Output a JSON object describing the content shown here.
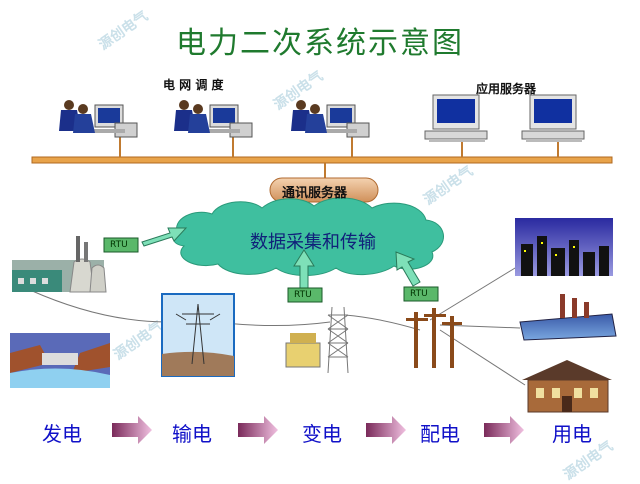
{
  "title": "电力二次系统示意图",
  "labels": {
    "dispatch": "电 网 调 度",
    "app_server": "应用服务器",
    "comm_server": "通讯服务器",
    "network": "数据采集和传输"
  },
  "rtu_label": "RTU",
  "chain": [
    "发电",
    "输电",
    "变电",
    "配电",
    "用电"
  ],
  "watermark": "源创电气",
  "colors": {
    "title": "#1f7a2e",
    "bus": "#e8a34a",
    "cloud": "#3fbf9f",
    "arrow": "#7ee0b8",
    "chain_text": "#1010c8",
    "chain_arrow": "#b04a8a"
  }
}
